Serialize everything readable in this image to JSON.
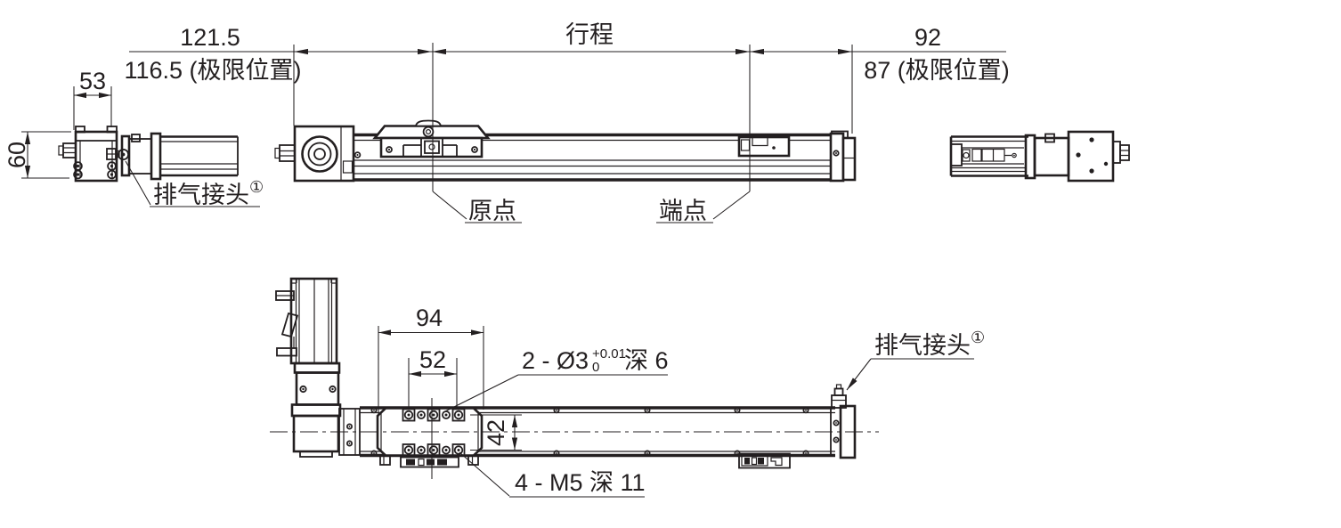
{
  "drawing": {
    "kind": "mechanical-engineering-drawing",
    "line_color": "#231f20",
    "background_color": "#ffffff",
    "top_dimensions": {
      "left_primary": "121.5",
      "left_secondary": "116.5 (极限位置)",
      "stroke_label": "行程",
      "right_primary": "92",
      "right_secondary": "87 (极限位置)"
    },
    "left_view": {
      "width_dim": "53",
      "height_dim": "60",
      "exhaust_label": "排气接头",
      "exhaust_footnote": "①"
    },
    "front_view": {
      "origin_label": "原点",
      "endpoint_label": "端点"
    },
    "bottom_view": {
      "mount_width_dim": "94",
      "pin_span_dim": "52",
      "mount_height_dim": "42",
      "pin_hole_note": {
        "prefix": "2 - Ø3",
        "tol_upper": "+0.01",
        "tol_lower": "0",
        "suffix": "深 6"
      },
      "thread_note": "4 - M5 深 11",
      "exhaust_label": "排气接头",
      "exhaust_footnote": "①"
    }
  }
}
